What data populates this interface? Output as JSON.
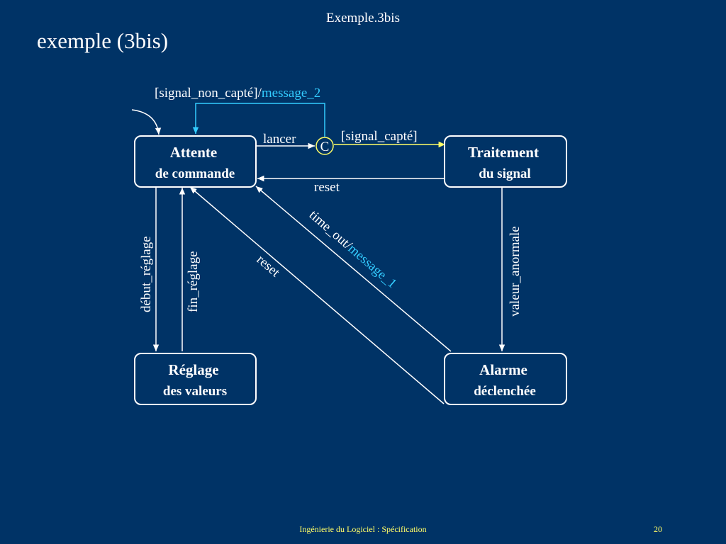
{
  "header": {
    "title": "Exemple.3bis"
  },
  "slide": {
    "title": "exemple (3bis)"
  },
  "colors": {
    "background": "#003366",
    "foreground": "#ffffff",
    "highlight": "#33ccff",
    "yellow": "#ffff66"
  },
  "states": {
    "attente": {
      "line1": "Attente",
      "line2": "de commande"
    },
    "traitement": {
      "line1": "Traitement",
      "line2": "du signal"
    },
    "reglage": {
      "line1": "Réglage",
      "line2": "des valeurs"
    },
    "alarme": {
      "line1": "Alarme",
      "line2": "déclenchée"
    }
  },
  "choice": {
    "label": "C"
  },
  "transitions": {
    "lancer": "lancer",
    "signal_capte": "[signal_capté]",
    "signal_non_capte_guard": "[signal_non_capté]/",
    "signal_non_capte_action": "message_2",
    "reset_traitement": "reset",
    "debut_reglage": "début_réglage",
    "fin_reglage": "fin_réglage",
    "reset_alarme": "reset",
    "time_out_event": "time_out/",
    "time_out_action": "message_1",
    "valeur_anormale": "valeur_anormale"
  },
  "footer": {
    "text": "Ingénierie du Logiciel : Spécification",
    "page": "20"
  }
}
